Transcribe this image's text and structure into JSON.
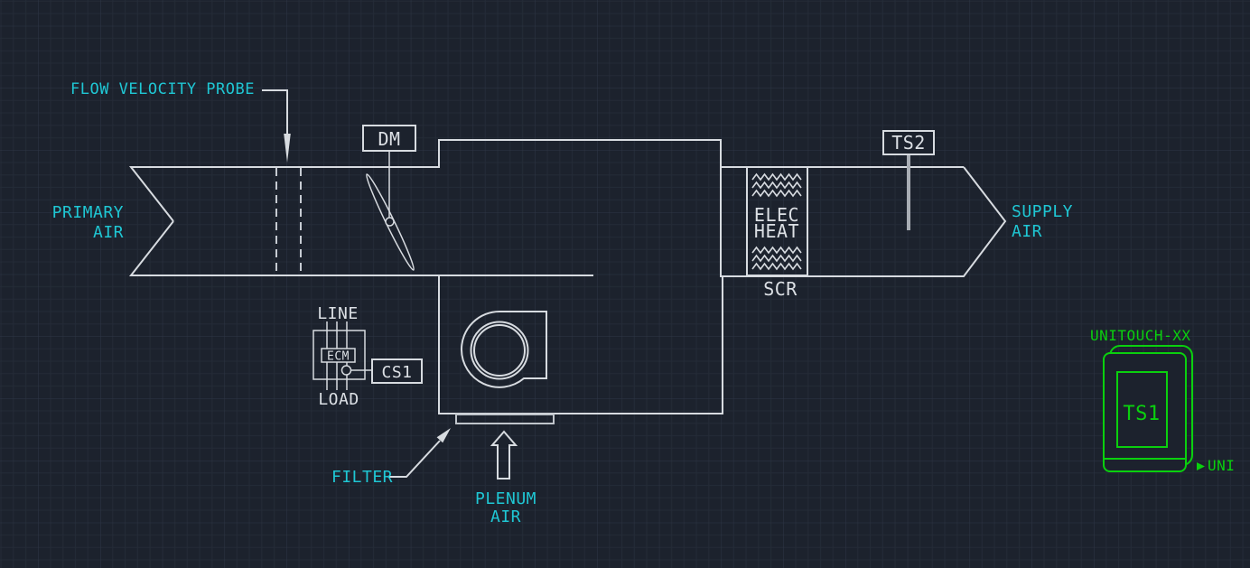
{
  "app": {
    "type": "cad-schematic-viewport",
    "description_visible_only": "fan powered terminal unit airflow schematic"
  },
  "colors": {
    "background": "#1c222d",
    "grid_minor": "#242b37",
    "grid_major": "#2e3646",
    "line_white": "#d7dbe0",
    "line_gray": "#a8adb4",
    "label_cyan": "#1fc7d4",
    "label_green": "#0ad00e"
  },
  "labels": {
    "flow_velocity_probe": "FLOW VELOCITY PROBE",
    "primary_air_line1": "PRIMARY",
    "primary_air_line2": "AIR",
    "damper_motor": "DM",
    "supply_temp_sensor": "TS2",
    "elec_heat_line1": "ELEC",
    "elec_heat_line2": "HEAT",
    "scr": "SCR",
    "supply_air_line1": "SUPPLY",
    "supply_air_line2": "AIR",
    "motor_line": "LINE",
    "motor_ecm": "ECM",
    "current_sensor": "CS1",
    "motor_load": "LOAD",
    "filter": "FILTER",
    "plenum_air_line1": "PLENUM",
    "plenum_air_line2": "AIR",
    "thermostat_model": "UNITOUCH-XX",
    "thermostat_tag": "TS1",
    "uni_note": "UNI"
  },
  "icons": {
    "flow_probe_arrow": "down-arrow-icon",
    "filter_arrow": "up-right-arrow-icon",
    "plenum_air_arrow": "block-up-arrow-icon",
    "uni_pointer": "right-triangle-icon"
  }
}
